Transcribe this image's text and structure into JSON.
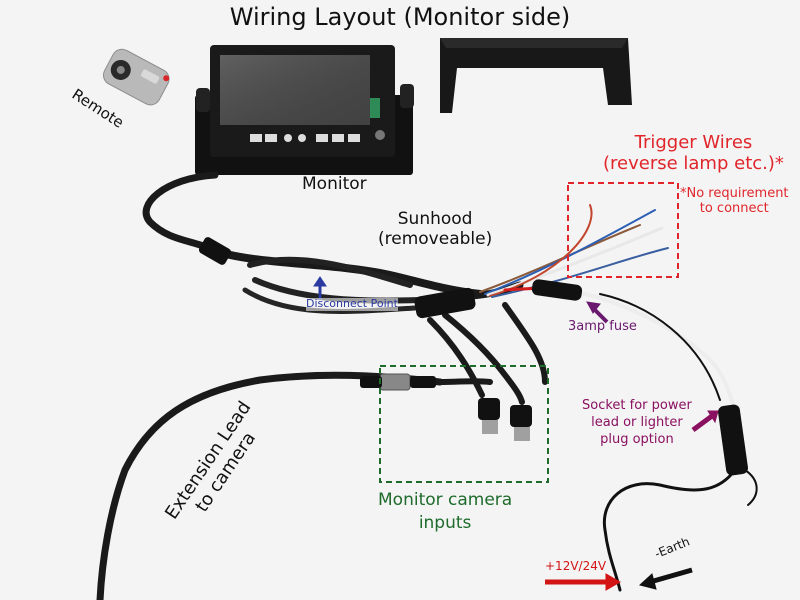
{
  "title": "Wiring Layout (Monitor side)",
  "labels": {
    "remote": "Remote",
    "monitor": "Monitor",
    "sunhood_line1": "Sunhood",
    "sunhood_line2": "(removeable)",
    "trigger_line1": "Trigger Wires",
    "trigger_line2": "(reverse lamp etc.)*",
    "note_line1": "*No requirement",
    "note_line2": "to connect",
    "fuse": "3amp fuse",
    "socket_line1": "Socket for power",
    "socket_line2": "lead or lighter",
    "socket_line3": "plug option",
    "extension_line1": "Extension Lead",
    "extension_line2": "to camera",
    "camera_line1": "Monitor camera",
    "camera_line2": "inputs",
    "positive": "+12V/24V",
    "earth": "-Earth",
    "connection_point": "Disconnect Point"
  },
  "colors": {
    "trigger_red": "#e0262b",
    "camera_green": "#1e6b2c",
    "fuse_purple": "#6a1a6e",
    "socket_magenta": "#8a1060",
    "positive_red": "#d21414",
    "earth_black": "#111111",
    "connection_blue": "#2a3aa0"
  },
  "icons": [
    "remote-control",
    "monitor-screen",
    "sunhood",
    "arrow-icon"
  ]
}
